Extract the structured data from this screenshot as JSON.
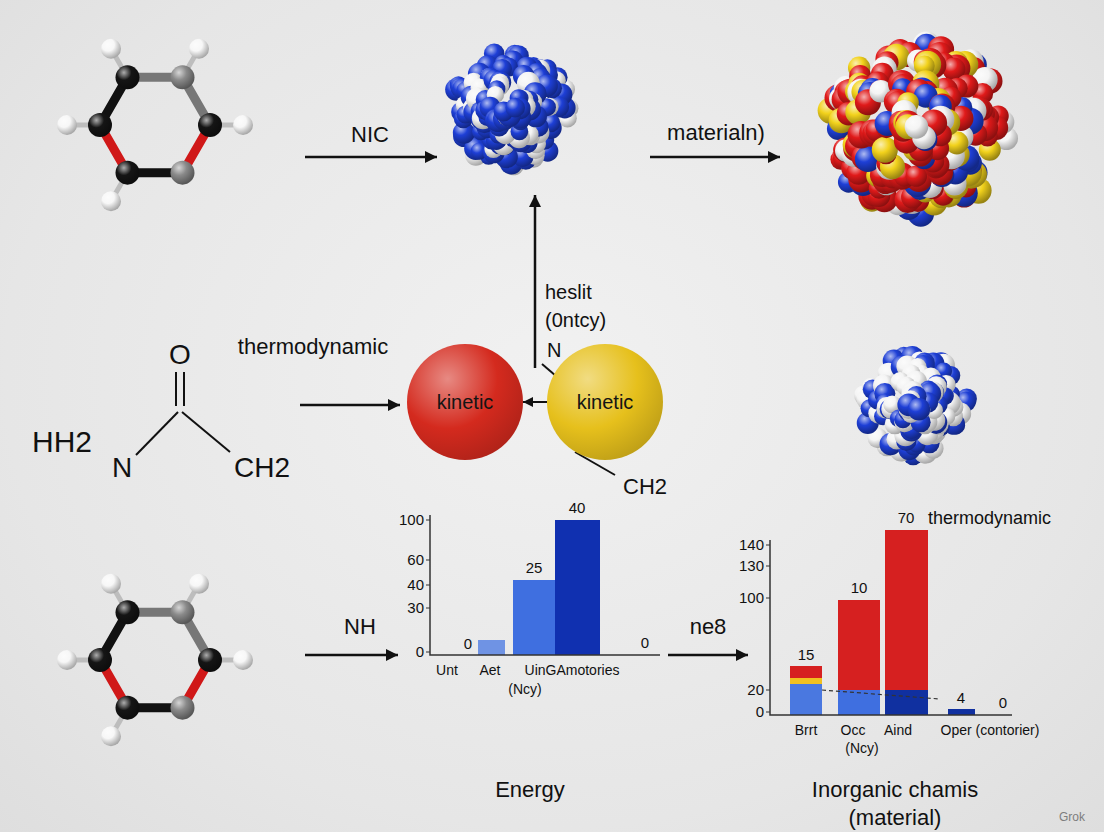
{
  "diagram": {
    "nodes": [
      {
        "text": [
          "kinetic"
        ]
      },
      {
        "text": [
          "kinetic"
        ]
      }
    ],
    "edges": [
      {
        "from": 1,
        "to": 0,
        "arrow": "to"
      }
    ],
    "labels": [
      "NIC",
      "materialn)",
      "heslit",
      "(0ntcy)",
      "N",
      "thermodynamic",
      "O",
      "HH2",
      "N",
      "CH2",
      "CH2",
      "NH",
      "ne8",
      "100",
      "60",
      "40",
      "30",
      "0",
      "0",
      "25",
      "40",
      "0",
      "Unt",
      "Aet",
      "UinGAmotories",
      "(Ncy)",
      "140",
      "130",
      "100",
      "20",
      "0",
      "15",
      "10",
      "70",
      "4",
      "0",
      "thermodynamic",
      "Brrt",
      "Occ",
      "Aind",
      "Oper (contorier)",
      "(Ncy)",
      "Energy",
      "Inorganic chamis",
      "(material)",
      "Grok"
    ]
  }
}
